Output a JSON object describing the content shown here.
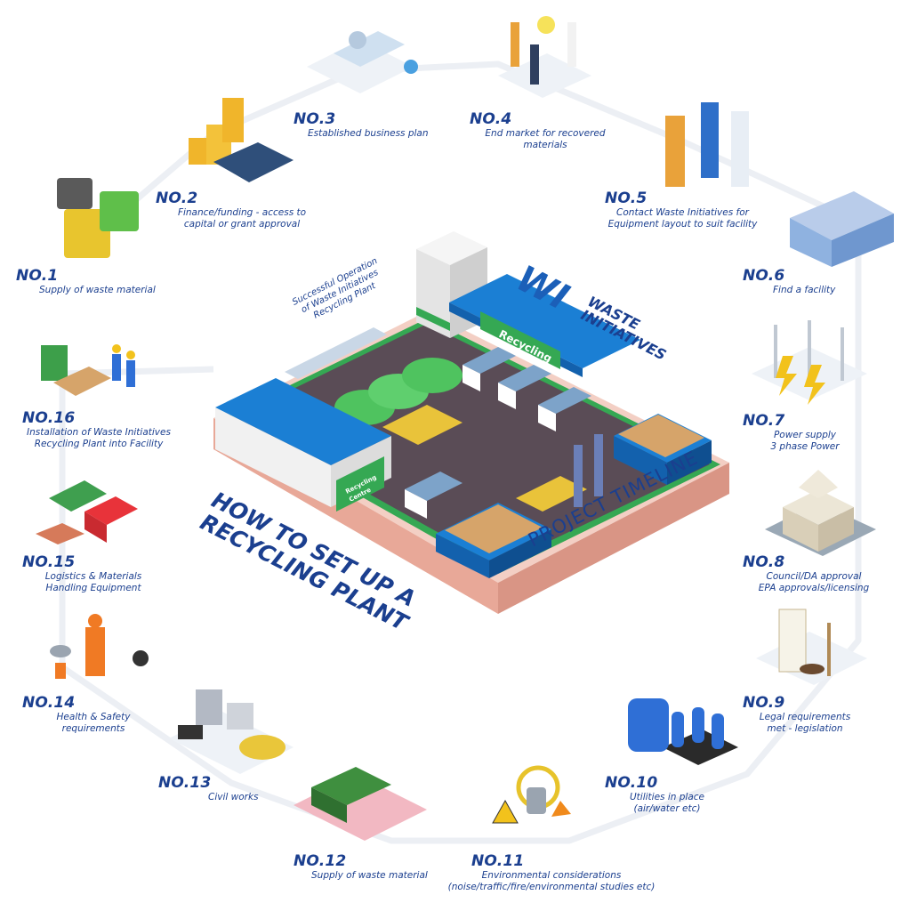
{
  "title_lines": [
    "HOW TO SET UP A",
    "RECYCLING PLANT"
  ],
  "timeline_label": "PROJECT TIMELINE",
  "center_caption_lines": [
    "Successful Operation",
    "of Waste Initiatives",
    "Recycling Plant"
  ],
  "brand": {
    "mark": "WI",
    "line1": "WASTE",
    "line2": "INITIATIVES"
  },
  "signs": {
    "recycling": "Recycling",
    "centre_line1": "Recycling",
    "centre_line2": "Centre"
  },
  "colors": {
    "primary": "#1b3f8f",
    "accent_blue": "#1b5fb8",
    "green": "#35a853",
    "path": "#eceff4",
    "asphalt": "#5a4c56"
  },
  "steps": [
    {
      "number": "NO.1",
      "lines": [
        "Supply of waste material"
      ],
      "icon": "waste-bins-icon"
    },
    {
      "number": "NO.2",
      "lines": [
        "Finance/funding - access to",
        "capital or grant approval"
      ],
      "icon": "coins-calculator-icon"
    },
    {
      "number": "NO.3",
      "lines": [
        "Established business plan"
      ],
      "icon": "business-plan-icon"
    },
    {
      "number": "NO.4",
      "lines": [
        "End market for recovered",
        "materials"
      ],
      "icon": "idea-people-icon"
    },
    {
      "number": "NO.5",
      "lines": [
        "Contact Waste Initiatives for",
        "Equipment layout to suit facility"
      ],
      "icon": "consultation-team-icon"
    },
    {
      "number": "NO.6",
      "lines": [
        "Find a facility"
      ],
      "icon": "warehouse-icon"
    },
    {
      "number": "NO.7",
      "lines": [
        "Power supply",
        "3 phase Power"
      ],
      "icon": "power-pylons-icon"
    },
    {
      "number": "NO.8",
      "lines": [
        "Council/DA approval",
        "EPA approvals/licensing"
      ],
      "icon": "council-building-icon"
    },
    {
      "number": "NO.9",
      "lines": [
        "Legal requirements",
        "met - legislation"
      ],
      "icon": "legal-scales-icon"
    },
    {
      "number": "NO.10",
      "lines": [
        "Utilities in place",
        "(air/water etc)"
      ],
      "icon": "utility-tanks-icon"
    },
    {
      "number": "NO.11",
      "lines": [
        "Environmental considerations",
        "(noise/traffic/fire/environmental studies etc)"
      ],
      "icon": "hazard-signs-icon"
    },
    {
      "number": "NO.12",
      "lines": [
        "Supply of waste material"
      ],
      "icon": "garbage-truck-icon"
    },
    {
      "number": "NO.13",
      "lines": [
        "Civil works"
      ],
      "icon": "construction-machines-icon"
    },
    {
      "number": "NO.14",
      "lines": [
        "Health & Safety",
        "requirements"
      ],
      "icon": "safety-gear-icon"
    },
    {
      "number": "NO.15",
      "lines": [
        "Logistics & Materials",
        "Handling Equipment"
      ],
      "icon": "tipper-truck-icon"
    },
    {
      "number": "NO.16",
      "lines": [
        "Installation of Waste Initiatives",
        "Recycling Plant into Facility"
      ],
      "icon": "installation-workers-icon"
    }
  ]
}
